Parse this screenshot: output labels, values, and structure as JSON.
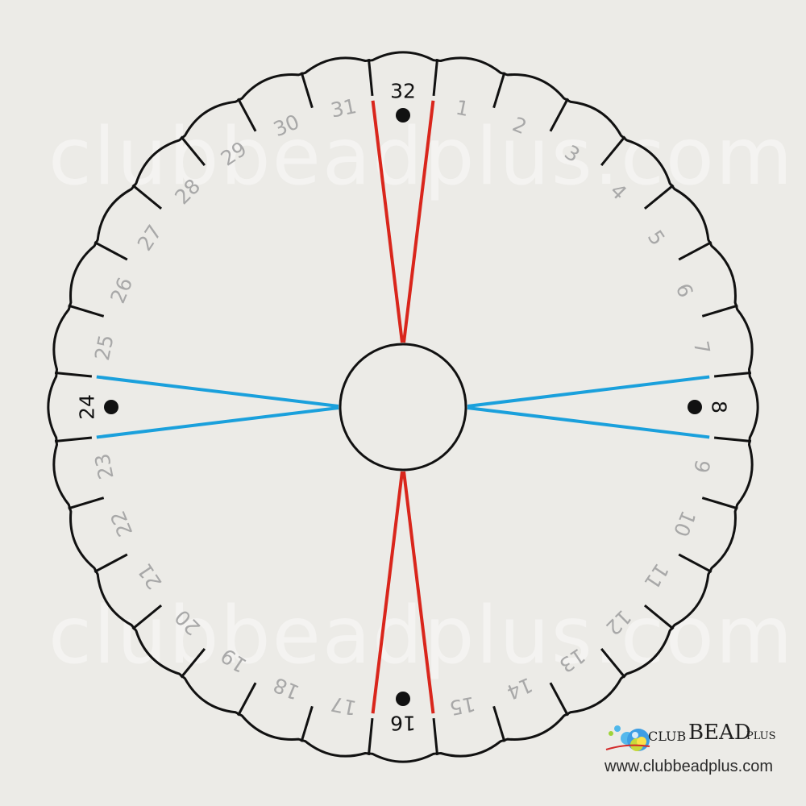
{
  "watermark": {
    "text": "clubbeadplus.com"
  },
  "disk": {
    "slot_count": 32,
    "slot_labels": [
      "1",
      "2",
      "3",
      "4",
      "5",
      "6",
      "7",
      "8",
      "9",
      "10",
      "11",
      "12",
      "13",
      "14",
      "15",
      "16",
      "17",
      "18",
      "19",
      "20",
      "21",
      "22",
      "23",
      "24",
      "25",
      "26",
      "27",
      "28",
      "29",
      "30",
      "31",
      "32"
    ],
    "highlighted_slots": [
      "32",
      "8",
      "16",
      "24"
    ],
    "label_color": "#a8a8a8",
    "highlight_label_color": "#111111",
    "outline_color": "#111111",
    "vertical_guide_color": "#d9261c",
    "horizontal_guide_color": "#1aa0dc"
  },
  "logo": {
    "club": "CLUB",
    "bead": "BEAD",
    "plus": "PLUS",
    "url": "www.clubbeadplus.com"
  }
}
